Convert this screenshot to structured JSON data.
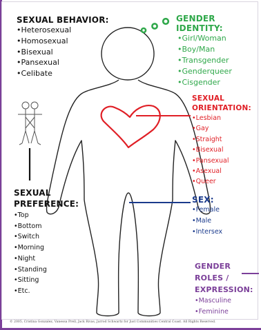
{
  "sections": {
    "sexual_behavior": {
      "heading": "SEXUAL BEHAVIOR:",
      "items": [
        "•Heterosexual",
        "•Homosexual",
        "•Bisexual",
        "•Pansexual",
        "•Celibate"
      ]
    },
    "gender_identity": {
      "heading": "GENDER IDENTITY:",
      "items": [
        "•Girl/Woman",
        "•Boy/Man",
        "•Transgender",
        "•Genderqueer",
        "•Cisgender"
      ]
    },
    "sexual_orientation": {
      "heading_line1": "SEXUAL",
      "heading_line2": "ORIENTATION:",
      "items": [
        "•Lesbian",
        "•Gay",
        "•Straight",
        "•Bisexual",
        "•Pansexual",
        "•Asexual",
        "•Queer"
      ]
    },
    "sexual_preference": {
      "heading_line1": "SEXUAL",
      "heading_line2": "PREFERENCE:",
      "items": [
        "•Top",
        "•Bottom",
        "•Switch",
        "•Morning",
        "•Night",
        "•Standing",
        "•Sitting",
        "•Etc."
      ]
    },
    "sex": {
      "heading": "SEX:",
      "items": [
        "•Female",
        "•Male",
        "•Intersex"
      ]
    },
    "gender_roles": {
      "heading_line1": "GENDER",
      "heading_line2": "ROLES /",
      "heading_line3": "EXPRESSION:",
      "items": [
        "•Masculine",
        "•Feminine"
      ]
    }
  },
  "credits": "© 2005, Cristina Gonzalez, Vanessa Prell, Jack Rivas, Jarrod Schwartz for Just Communities Central Coast. All Rights Reserved.",
  "colors": {
    "sexual_behavior": "#111111",
    "gender_identity": "#2fa84a",
    "sexual_orientation": "#e01e25",
    "sexual_preference": "#111111",
    "sex": "#1a3a8c",
    "gender_roles": "#7b3f99",
    "figure_outline": "#222222",
    "frame_accent": "#7b3f99"
  }
}
